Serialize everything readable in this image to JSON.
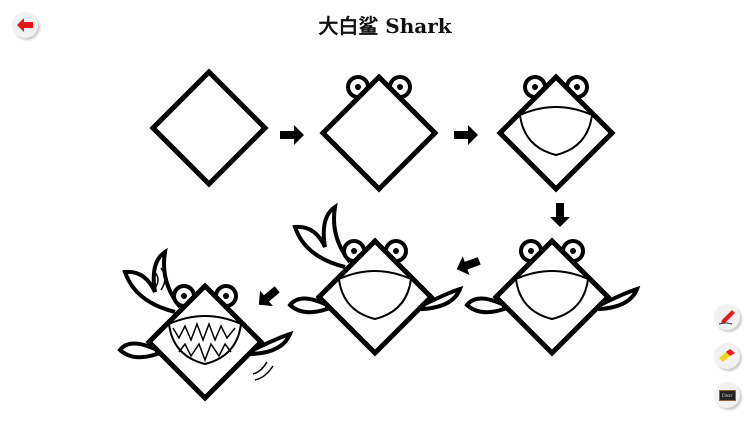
{
  "header": {
    "title": "大白鲨 Shark",
    "back_icon": "arrow-left-icon",
    "back_color": "#e8141b"
  },
  "tools": {
    "pencil_icon": "pencil-icon",
    "eraser_icon": "eraser-icon",
    "clear_label": "Clear"
  },
  "steps": [
    "diamond",
    "diamond-with-eyes",
    "mouth",
    "fins",
    "tail",
    "teeth"
  ]
}
